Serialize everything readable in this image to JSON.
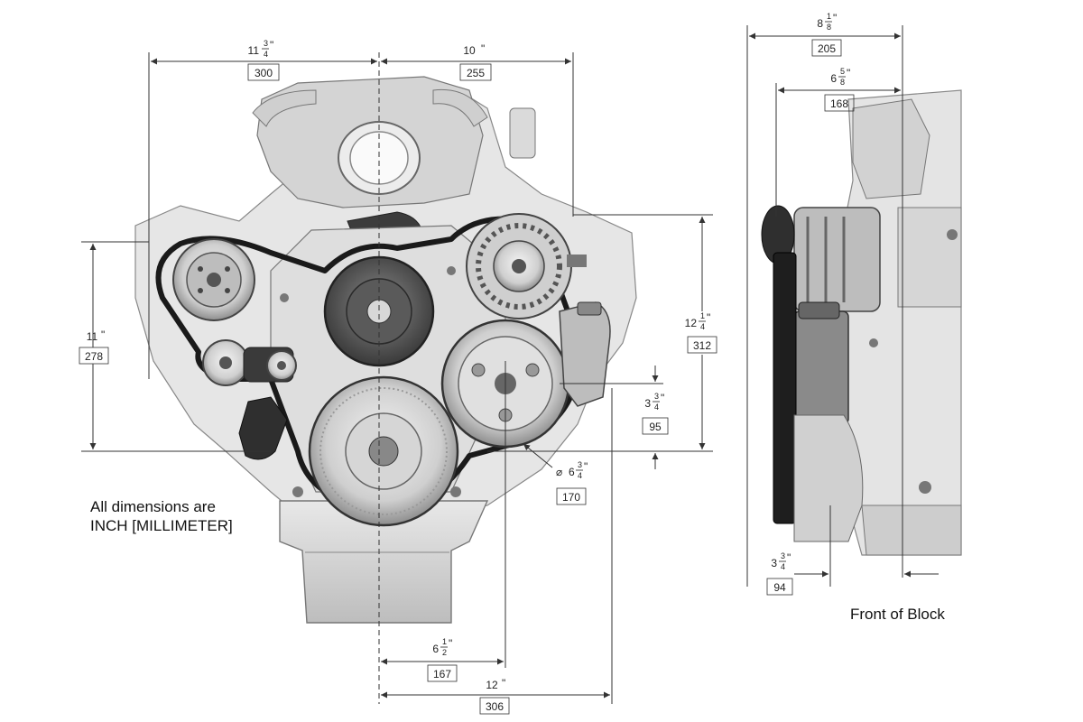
{
  "note": {
    "line1": "All dimensions are",
    "line2": "INCH [MILLIMETER]"
  },
  "side_caption": "Front of Block",
  "dimensions": {
    "top_left_width": {
      "whole": "11",
      "num": "3",
      "den": "4",
      "mm": "300"
    },
    "top_right_width": {
      "whole": "10",
      "num": "",
      "den": "",
      "mm": "255"
    },
    "left_height": {
      "whole": "11",
      "num": "",
      "den": "",
      "mm": "278"
    },
    "right_height": {
      "whole": "12",
      "num": "1",
      "den": "4",
      "mm": "312"
    },
    "ps_pulley_offset": {
      "whole": "3",
      "num": "3",
      "den": "4",
      "mm": "95"
    },
    "ps_pulley_dia": {
      "whole": "6",
      "num": "3",
      "den": "4",
      "mm": "170",
      "prefix": "⌀"
    },
    "bottom_inner": {
      "whole": "6",
      "num": "1",
      "den": "2",
      "mm": "167"
    },
    "bottom_outer": {
      "whole": "12",
      "num": "",
      "den": "",
      "mm": "306"
    },
    "side_overall": {
      "whole": "8",
      "num": "1",
      "den": "8",
      "mm": "205"
    },
    "side_inner": {
      "whole": "6",
      "num": "5",
      "den": "8",
      "mm": "168"
    },
    "side_front": {
      "whole": "3",
      "num": "3",
      "den": "4",
      "mm": "94"
    }
  },
  "colors": {
    "line": "#333333",
    "metal": "#d9d9d9",
    "metal_dark": "#6e6e6e",
    "belt": "#1a1a1a"
  }
}
